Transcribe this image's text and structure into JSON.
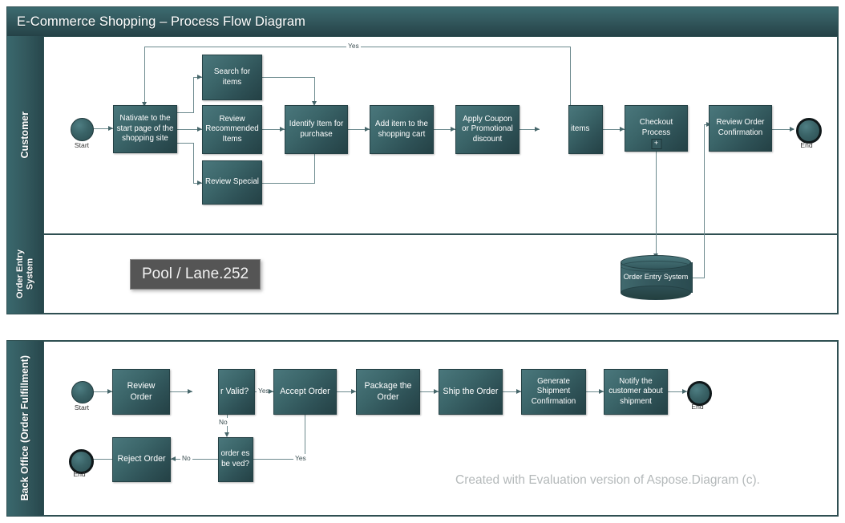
{
  "diagram": {
    "title": "E-Commerce Shopping – Process Flow Diagram",
    "watermark": "Created with Evaluation version of Aspose.Diagram (c)."
  },
  "tooltip": {
    "text": "Pool / Lane.252"
  },
  "lanes": {
    "customer": "Customer",
    "order_entry_system": "Order Entry\nSystem",
    "back_office": "Back Office (Order Fulfillment)"
  },
  "events": {
    "customer_start": "Start",
    "customer_end": "End",
    "back_start": "Start",
    "back_end_top": "End",
    "back_end_bottom": "End"
  },
  "customer_tasks": {
    "navigate": "Nativate to the start page of the shopping site",
    "search": "Search for items",
    "review_recommended": "Review Recommended Items",
    "review_special": "Review Special",
    "identify_item": "Identify Item for purchase",
    "add_item": "Add item to the shopping cart",
    "apply_coupon": "Apply Coupon or Promotional discount",
    "more_items": "items",
    "checkout": "Checkout Process",
    "checkout_marker": "+",
    "review_confirmation": "Review Order Confirmation"
  },
  "system_shapes": {
    "database": "Order Entry System"
  },
  "back_office_tasks": {
    "review_order": "Review Order",
    "order_valid": "r Valid?",
    "accept_order": "Accept Order",
    "package_order": "Package the Order",
    "ship_order": "Ship the Order",
    "generate_shipment": "Generate Shipment Confirmation",
    "notify_customer": "Notify the customer about shipment",
    "reject_order": "Reject Order",
    "resolve_issues": "order es be ved?"
  },
  "connector_labels": {
    "yes_top": "Yes",
    "valid_yes": "Yes",
    "valid_no": "No",
    "resolve_yes": "Yes",
    "reject_no": "No"
  },
  "colors": {
    "teal_dark": "#244145",
    "teal_mid": "#35595e",
    "teal_light": "#4a777c",
    "connector": "#6c8a8e",
    "tooltip_bg": "#555555",
    "watermark": "#b4b9ba"
  }
}
